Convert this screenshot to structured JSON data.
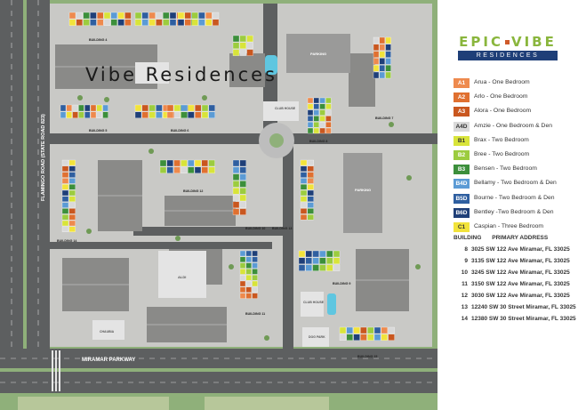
{
  "brand": {
    "name_left": "EPIC",
    "name_right": "VIBE",
    "sub": "RESIDENCES"
  },
  "map": {
    "title": "Vibe Residences",
    "road_flamingo": "FLAMINGO ROAD (STATE ROAD 823)",
    "road_miramar": "MIRAMAR PARKWAY",
    "parking_1": "PARKING",
    "parking_2": "PARKING",
    "clubhouse_1": "CLUB HOUSE",
    "clubhouse_2": "CLUB HOUSE",
    "aldi": "ALDI",
    "chaurch": "CHAUBIA",
    "dog_park": "DOG PARK",
    "building_labels": [
      "BUILDING 8",
      "BUILDING 9",
      "BUILDING 10",
      "BUILDING 11",
      "BUILDING 12",
      "BUILDING 13",
      "BUILDING 14",
      "BUILDING 15",
      "BUILDING 4",
      "BUILDING 5",
      "BUILDING 6",
      "BUILDING 7"
    ]
  },
  "legend": [
    {
      "code": "A1",
      "name": "Arua - One Bedroom",
      "color": "#ee8a4e"
    },
    {
      "code": "A2",
      "name": "Arlo - One Bedroom",
      "color": "#e07030"
    },
    {
      "code": "A3",
      "name": "Alora - One Bedroom",
      "color": "#c9571f"
    },
    {
      "code": "A4D",
      "name": "Amzie - One Bedroom & Den",
      "color": "#d9d9d9"
    },
    {
      "code": "B1",
      "name": "Brax - Two Bedroom",
      "color": "#d8e43a"
    },
    {
      "code": "B2",
      "name": "Bree - Two Bedroom",
      "color": "#9ccc3f"
    },
    {
      "code": "B3",
      "name": "Bensen - Two Bedroom",
      "color": "#3c8f3b"
    },
    {
      "code": "B4D",
      "name": "Bellamy - Two Bedroom & Den",
      "color": "#5b9bd5"
    },
    {
      "code": "B5D",
      "name": "Bourne - Two Bedroom & Den",
      "color": "#2f5fa0"
    },
    {
      "code": "B6D",
      "name": "Bentley -Two Bedroom & Den",
      "color": "#1f3f78"
    },
    {
      "code": "C1",
      "name": "Caspian - Three Bedroom",
      "color": "#f2e33b"
    }
  ],
  "address_header": {
    "col1": "BUILDING",
    "col2": "PRIMARY ADDRESS"
  },
  "addresses": [
    {
      "num": "8",
      "addr": "3025 SW 122 Ave Miramar, FL 33025"
    },
    {
      "num": "9",
      "addr": "3135 SW 122 Ave Miramar, FL 33025"
    },
    {
      "num": "10",
      "addr": "3245 SW 122 Ave Miramar, FL 33025"
    },
    {
      "num": "11",
      "addr": "3150 SW 122 Ave Miramar, FL 33025"
    },
    {
      "num": "12",
      "addr": "3030 SW 122 Ave Miramar, FL 33025"
    },
    {
      "num": "13",
      "addr": "12240 SW 30 Street Miramar, FL 33025"
    },
    {
      "num": "14",
      "addr": "12380 SW 30 Street Miramar, FL 33025"
    }
  ]
}
